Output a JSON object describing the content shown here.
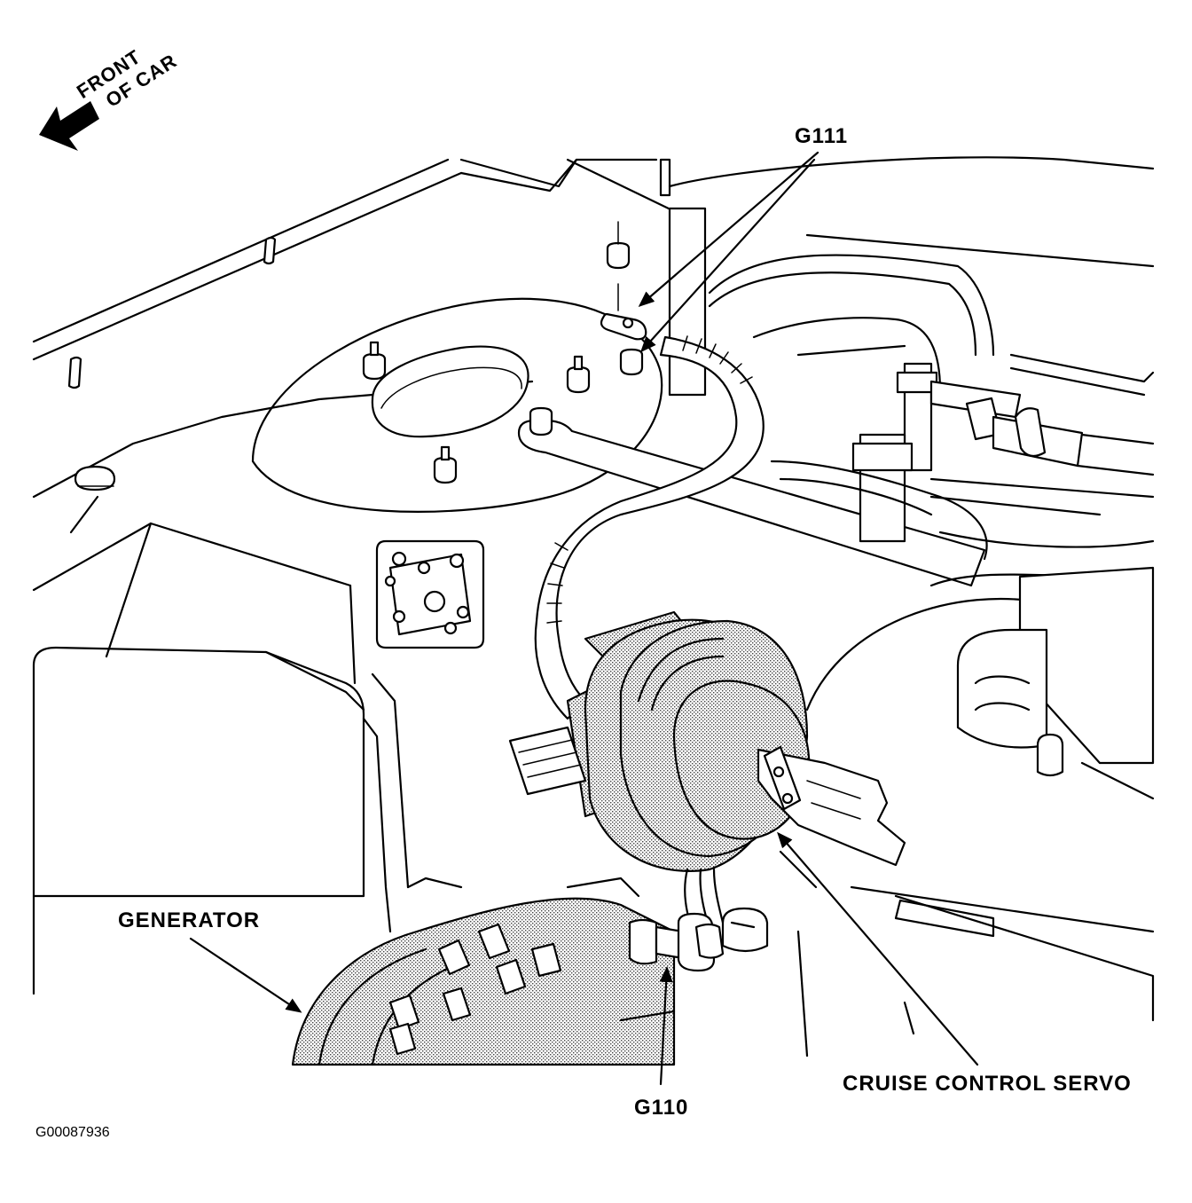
{
  "labels": {
    "front_line1": "FRONT",
    "front_line2": "OF CAR",
    "g111": "G111",
    "generator": "GENERATOR",
    "cruise_servo": "CRUISE CONTROL SERVO",
    "g110": "G110",
    "figure_code": "G00087936"
  },
  "icons": {
    "direction": "arrow-pointing-front-of-car",
    "leaders": "callout-arrow"
  },
  "colors": {
    "ink": "#000000",
    "paper": "#ffffff",
    "shading": "#bdbdbd"
  }
}
